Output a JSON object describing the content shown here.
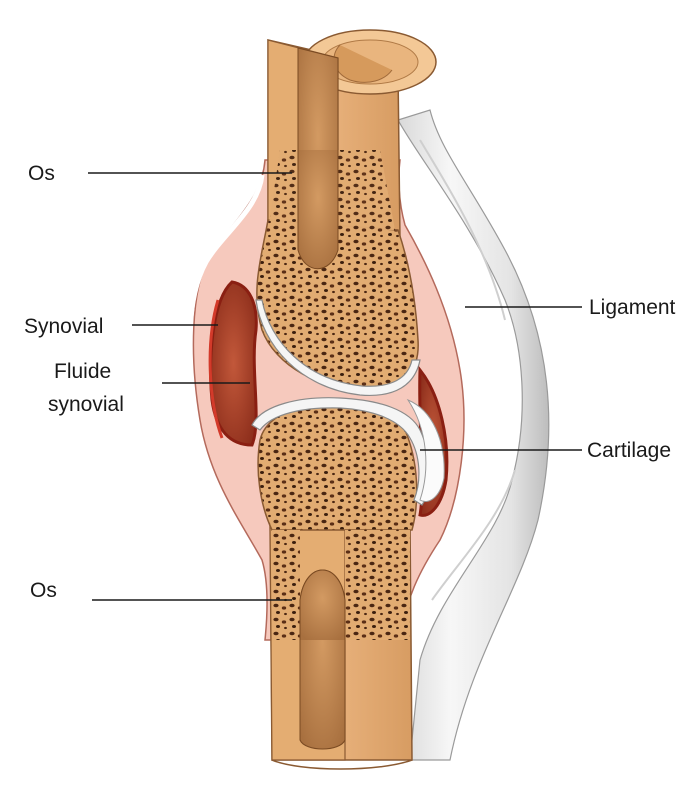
{
  "labels": {
    "os_top": "Os",
    "synovial": "Synovial",
    "fluide_line1": "Fluide",
    "fluide_line2": "synovial",
    "os_bottom": "Os",
    "ligament": "Ligament",
    "cartilage": "Cartilage"
  },
  "colors": {
    "bone_outer": "#e6b27a",
    "bone_dark": "#c98c4f",
    "bone_spongy": "#d9a066",
    "spongy_pore": "#3a1e0e",
    "marrow": "#c98a52",
    "cartilage": "#f4f4f4",
    "synovial_membrane": "#f2b3a6",
    "synovial_cavity": "#a8402a",
    "ligament": "#ececec",
    "ligament_shade": "#c9c9c9"
  }
}
